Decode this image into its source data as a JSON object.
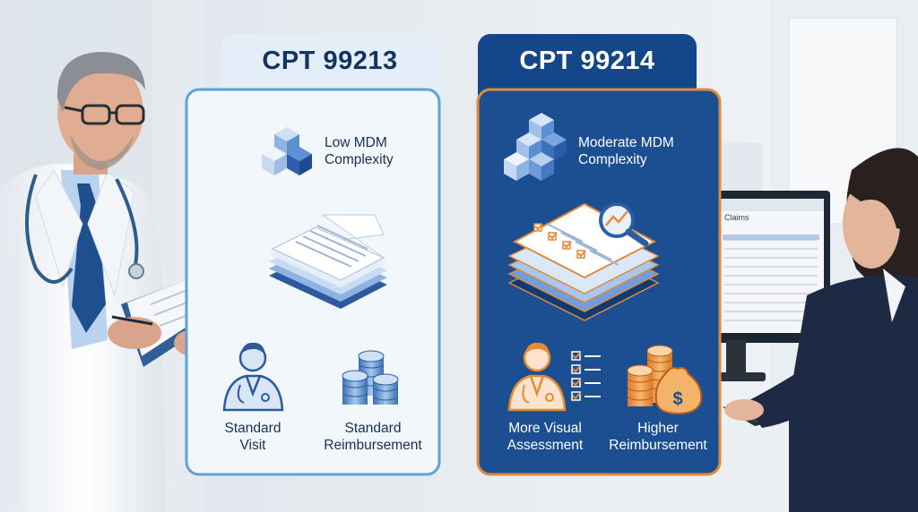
{
  "cards": [
    {
      "title": "CPT 99213",
      "complexity_line1": "Low MDM",
      "complexity_line2": "Complexity",
      "left_line1": "Standard",
      "left_line2": "Visit",
      "right_line1": "Standard",
      "right_line2": "Reimbursement",
      "icons": [
        "cubes-icon",
        "document-stack-icon",
        "doctor-icon",
        "coin-stacks-icon"
      ]
    },
    {
      "title": "CPT 99214",
      "complexity_line1": "Moderate MDM",
      "complexity_line2": "Complexity",
      "left_line1": "More Visual",
      "left_line2": "Assessment",
      "right_line1": "Higher",
      "right_line2": "Reimbursement",
      "icons": [
        "cubes-icon",
        "report-magnifier-icon",
        "doctor-checklist-icon",
        "money-bag-icon"
      ]
    }
  ],
  "monitor": {
    "screen_title": "Claims"
  },
  "colors": {
    "card1_header": "#e4eef8",
    "card1_border": "#5ea2d6",
    "card1_text": "#12345f",
    "card2_header": "#14478a",
    "card2_panel": "#1b4f92",
    "card2_border": "#e08a3c",
    "accent_orange": "#e98a2e",
    "blue_light": "#a9c9ec"
  }
}
